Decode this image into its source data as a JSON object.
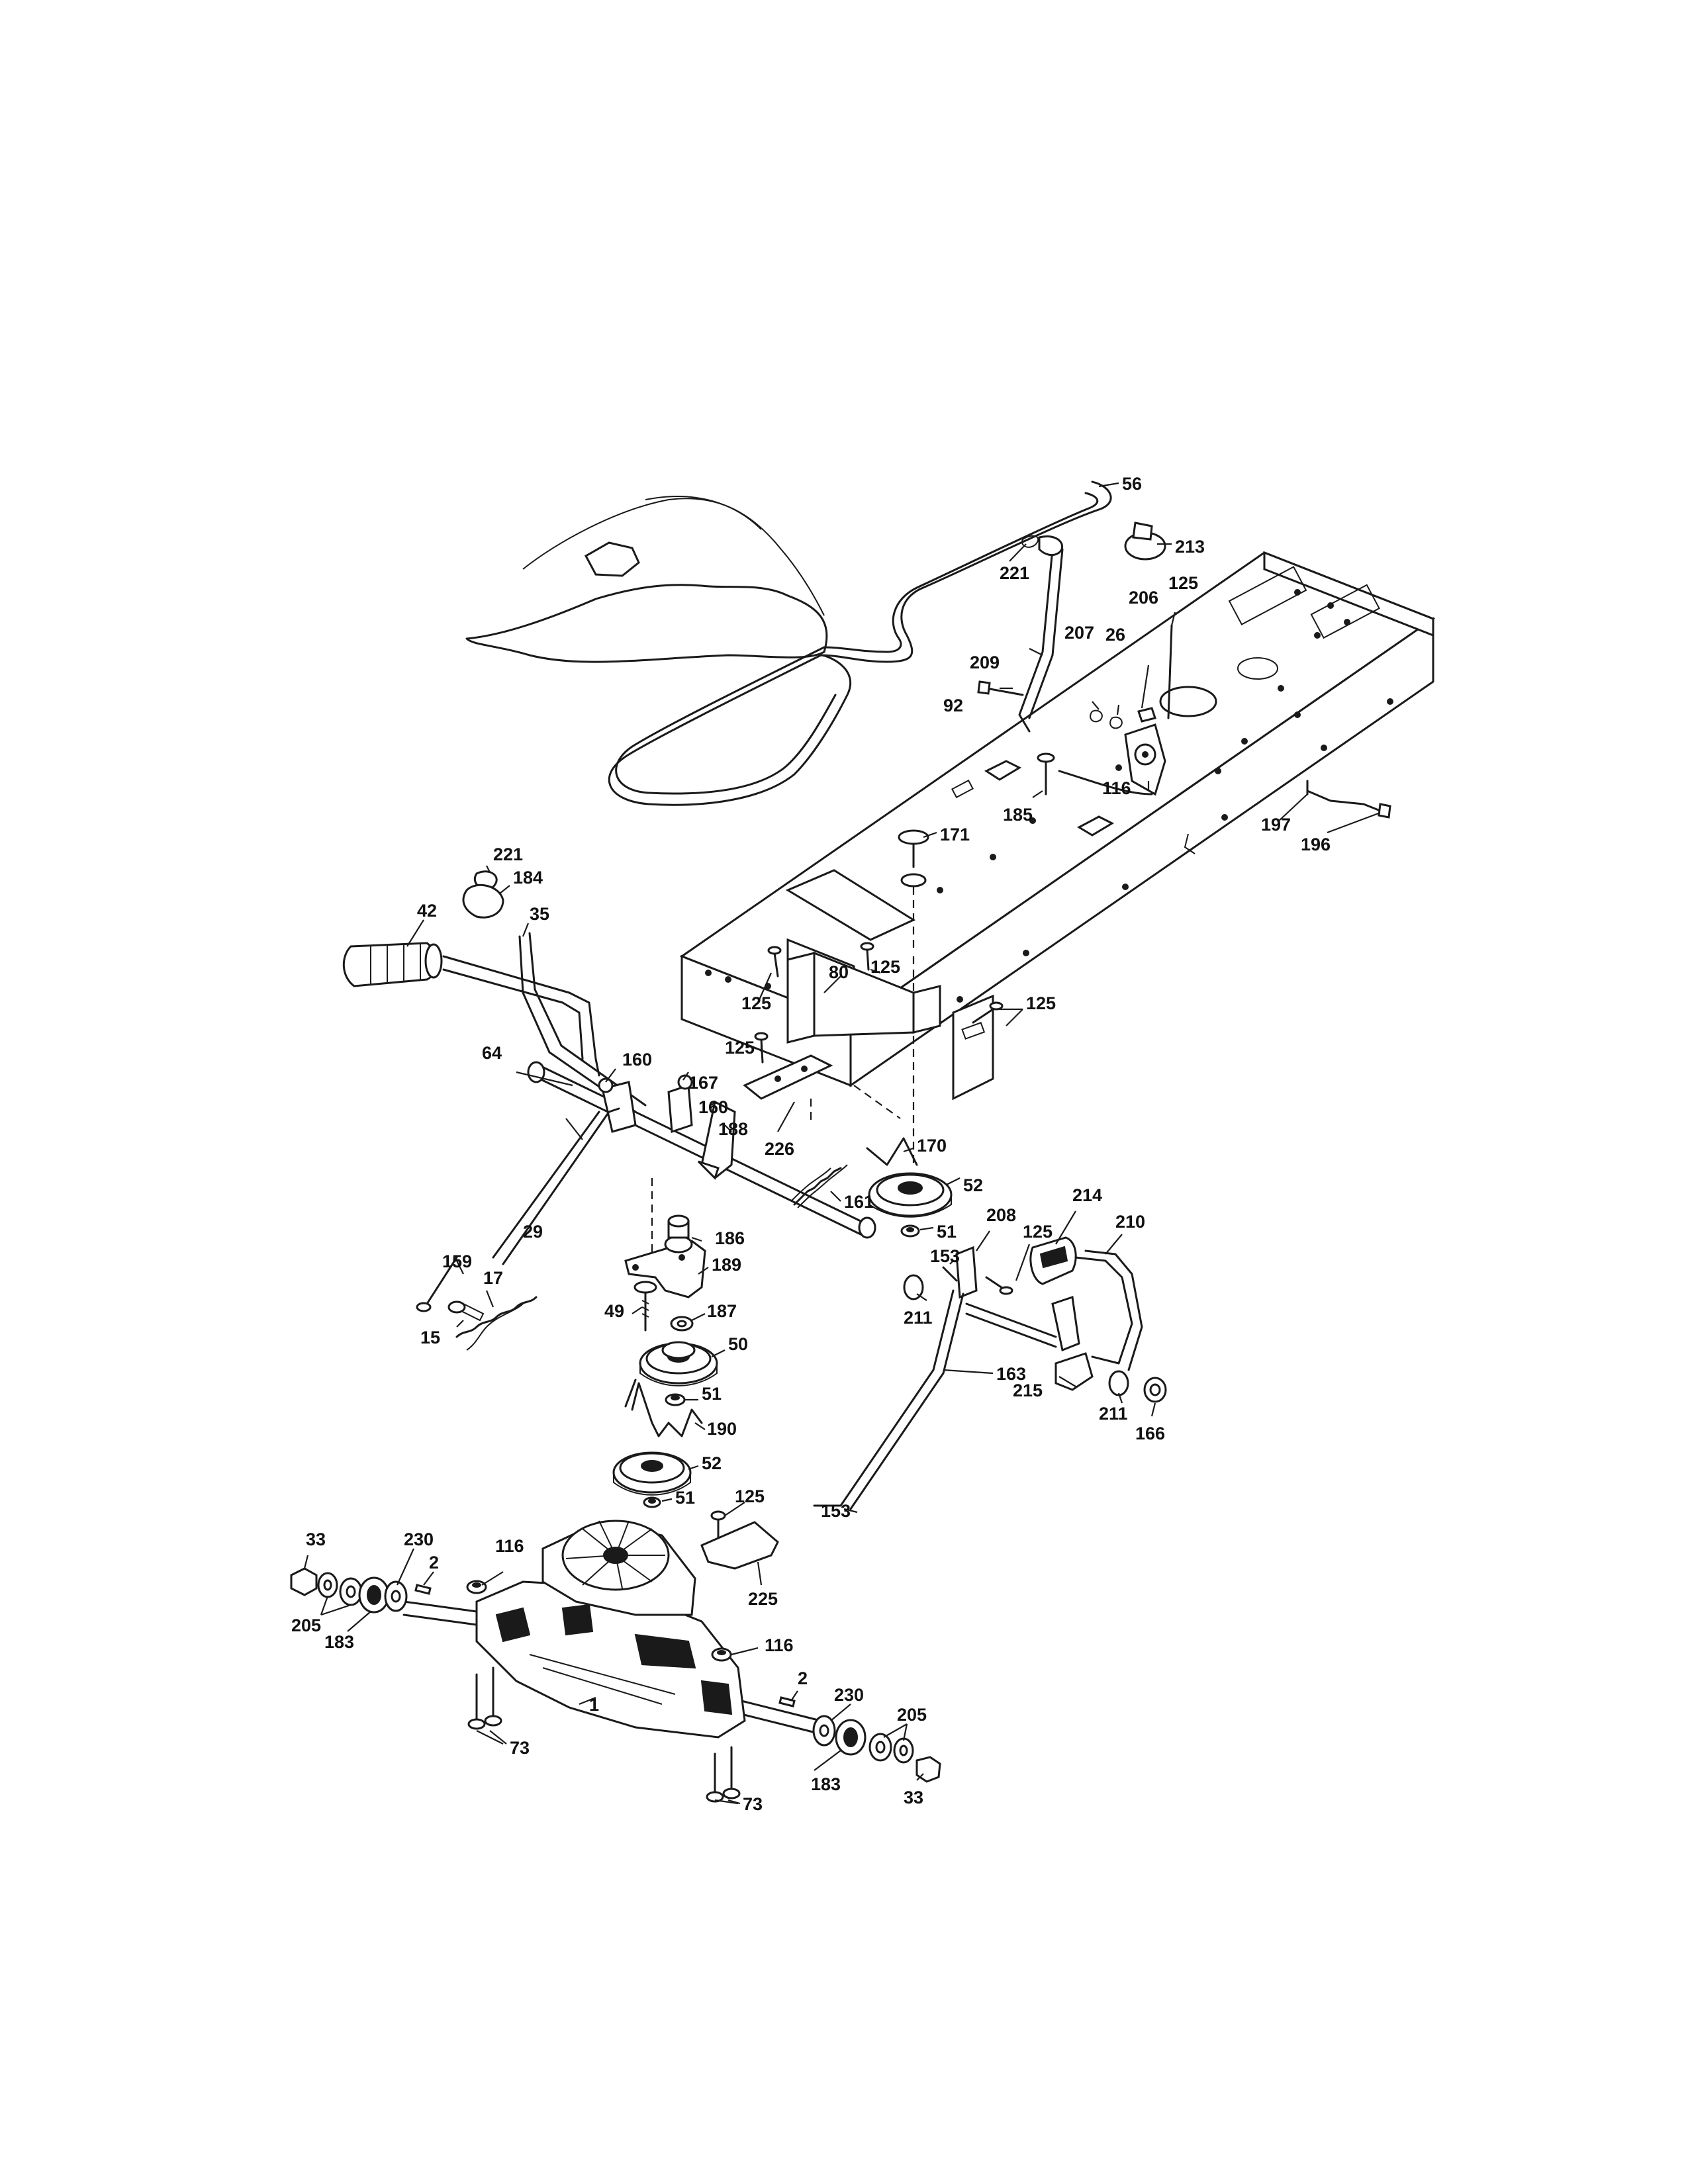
{
  "diagram": {
    "type": "exploded parts diagram",
    "callouts": {
      "l56": "56",
      "l213": "213",
      "l221a": "221",
      "l125a": "125",
      "l206": "206",
      "l207": "207",
      "l26": "26",
      "l209": "209",
      "l92": "92",
      "l116a": "116",
      "l185": "185",
      "l197": "197",
      "l196": "196",
      "l171": "171",
      "l221b": "221",
      "l184": "184",
      "l42": "42",
      "l35": "35",
      "l125b": "125",
      "l80": "80",
      "l125c": "125",
      "l125d": "125",
      "l125e": "125",
      "l226": "226",
      "l64": "64",
      "l160a": "160",
      "l167": "167",
      "l160b": "160",
      "l188": "188",
      "l170": "170",
      "l161": "161",
      "l52a": "52",
      "l51a": "51",
      "l186": "186",
      "l208": "208",
      "l214": "214",
      "l210": "210",
      "l125f": "125",
      "l153a": "153",
      "l159": "159",
      "l29": "29",
      "l17": "17",
      "l189": "189",
      "l49": "49",
      "l187": "187",
      "l15": "15",
      "l211a": "211",
      "l50": "50",
      "l163": "163",
      "l215": "215",
      "l211b": "211",
      "l166": "166",
      "l51b": "51",
      "l190": "190",
      "l52b": "52",
      "l51c": "51",
      "l125g": "125",
      "l153b": "153",
      "l33a": "33",
      "l230a": "230",
      "l116b": "116",
      "l2a": "2",
      "l205a": "205",
      "l183a": "183",
      "l225": "225",
      "l116c": "116",
      "l2b": "2",
      "l230b": "230",
      "l205b": "205",
      "l1": "1",
      "l73a": "73",
      "l73b": "73",
      "l183b": "183",
      "l33b": "33"
    }
  }
}
